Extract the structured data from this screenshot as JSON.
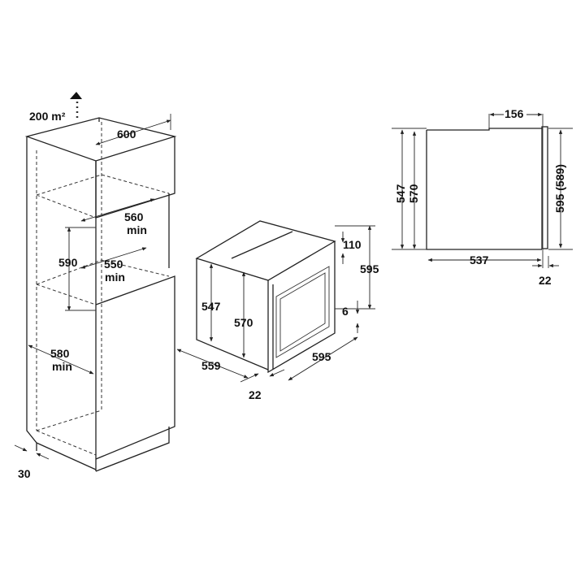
{
  "cabinet_labels": {
    "ventilation": "200 m²",
    "width": "600",
    "niche_depth_value": "560",
    "niche_depth_min": "min",
    "niche_height": "590",
    "shelf_depth_value": "550",
    "shelf_depth_min": "min",
    "side_depth_value": "580",
    "side_depth_min": "min",
    "plinth": "30"
  },
  "oven_labels": {
    "body_height": "547",
    "front_height": "570",
    "depth": "559",
    "front_thickness": "22",
    "width": "595",
    "top_gap": "110",
    "height": "595",
    "bottom_gap": "6"
  },
  "side_view_labels": {
    "top_offset": "156",
    "body_height": "547",
    "inner_height": "570",
    "front_height": "595 (589)",
    "depth": "537",
    "front_thickness": "22"
  }
}
